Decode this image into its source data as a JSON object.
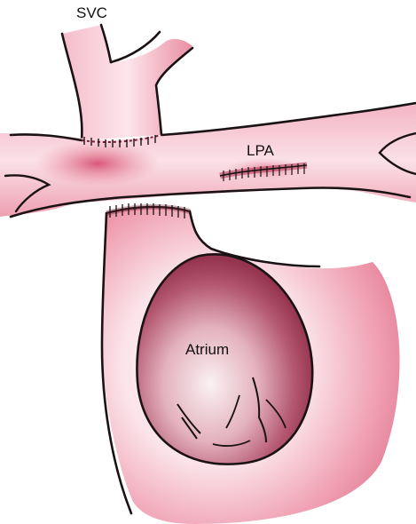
{
  "labels": {
    "svc": "SVC",
    "lpa": "LPA",
    "atrium": "Atrium"
  },
  "colors": {
    "vessel": "#e7889b",
    "vessel_deep": "#d24866",
    "atrium_dark": "#9c3a55",
    "outline": "#1a1214",
    "suture": "#7a1f34"
  }
}
